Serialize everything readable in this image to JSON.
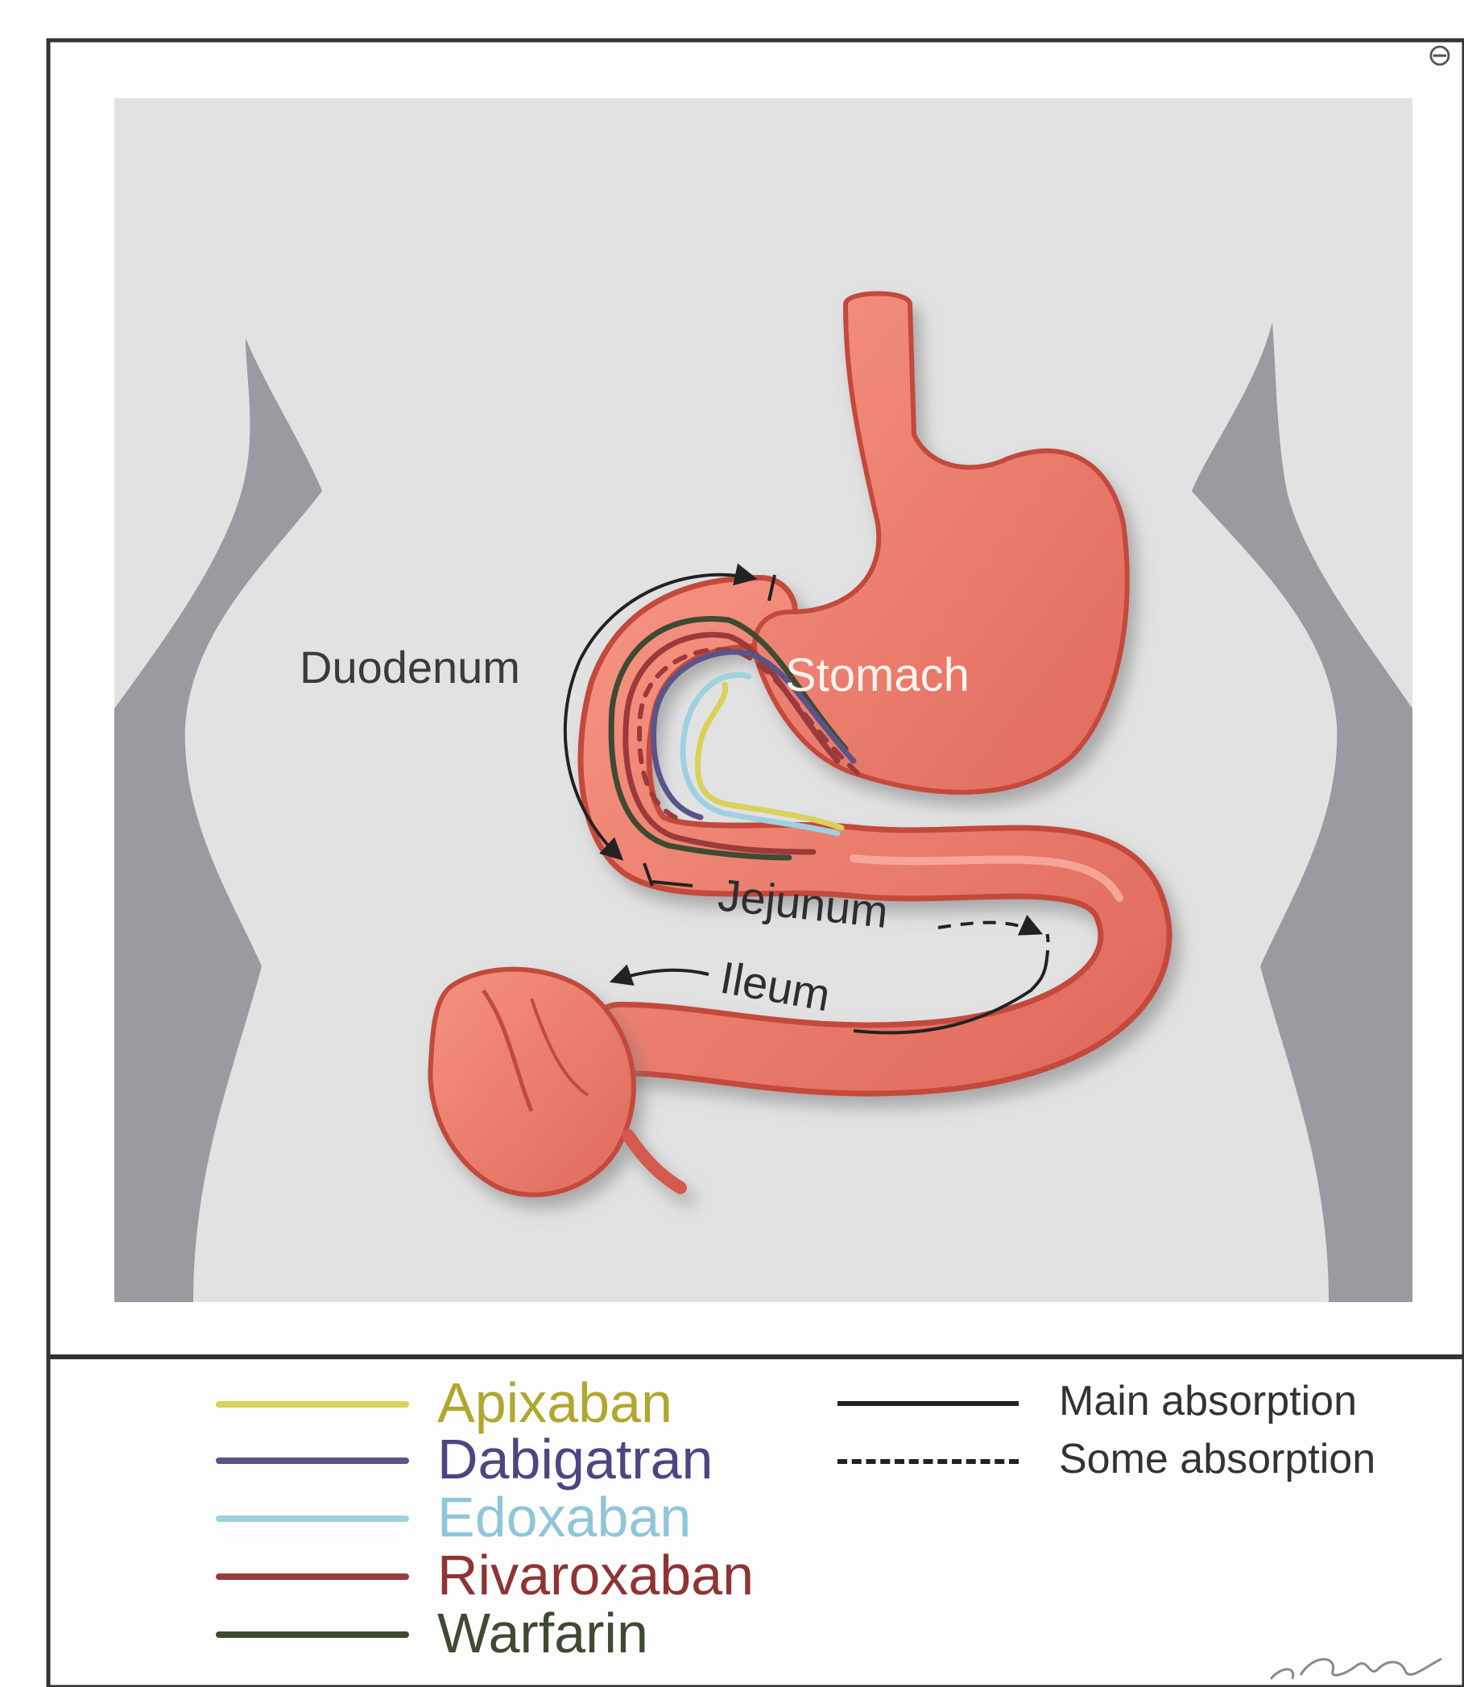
{
  "labels": {
    "stomach": "Stomach",
    "duodenum": "Duodenum",
    "jejunum": "Jejunum",
    "ileum": "Ileum"
  },
  "legend": {
    "drugs": [
      {
        "name": "Apixaban",
        "color": "#d9d15a"
      },
      {
        "name": "Dabigatran",
        "color": "#5a5488"
      },
      {
        "name": "Edoxaban",
        "color": "#9fd0e0"
      },
      {
        "name": "Rivaroxaban",
        "color": "#9a3a3a"
      },
      {
        "name": "Warfarin",
        "color": "#3e4a32"
      }
    ],
    "absorption": {
      "main": "Main absorption",
      "some": "Some absorption"
    }
  },
  "colors": {
    "organ": "#ee7a6c",
    "organ_dark": "#c4493d",
    "background_panel": "#e2e2e2",
    "body_silhouette": "#9a9aa0",
    "frame": "#333333"
  }
}
